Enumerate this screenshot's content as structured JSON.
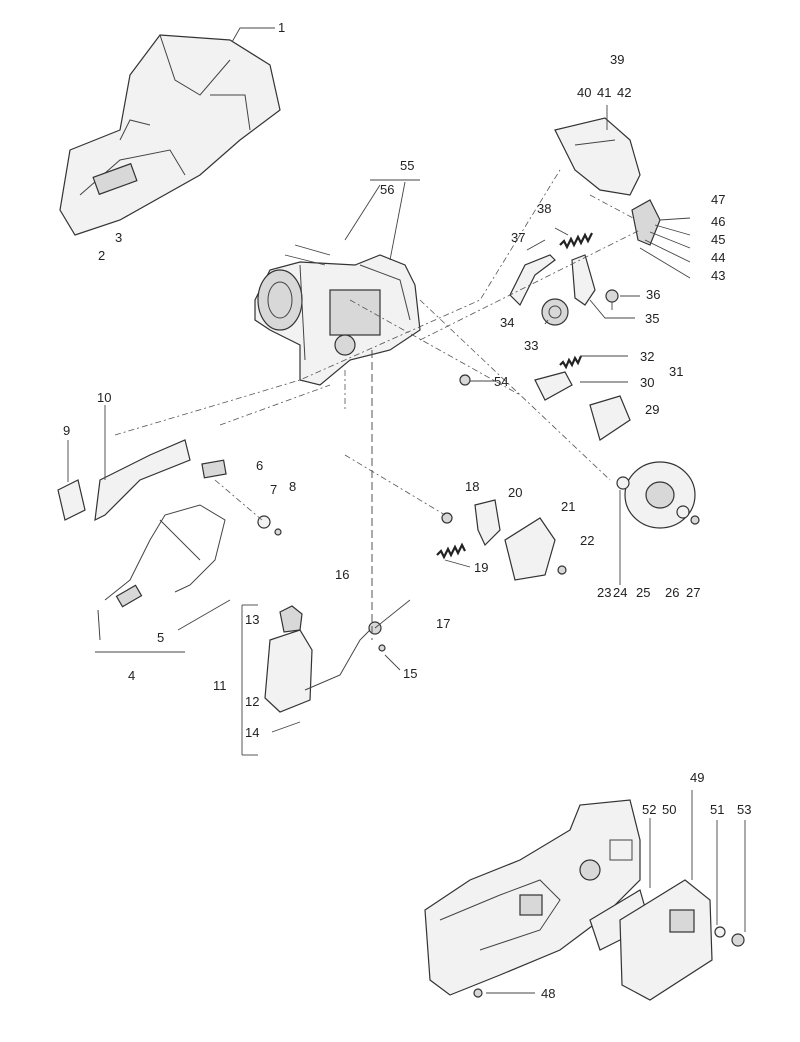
{
  "diagram": {
    "labels": [
      {
        "id": "1",
        "text": "1"
      },
      {
        "id": "2",
        "text": "2"
      },
      {
        "id": "3",
        "text": "3"
      },
      {
        "id": "4",
        "text": "4"
      },
      {
        "id": "5",
        "text": "5"
      },
      {
        "id": "6",
        "text": "6"
      },
      {
        "id": "7",
        "text": "7"
      },
      {
        "id": "8",
        "text": "8"
      },
      {
        "id": "9",
        "text": "9"
      },
      {
        "id": "10",
        "text": "10"
      },
      {
        "id": "11",
        "text": "11"
      },
      {
        "id": "12",
        "text": "12"
      },
      {
        "id": "13",
        "text": "13"
      },
      {
        "id": "14",
        "text": "14"
      },
      {
        "id": "15",
        "text": "15"
      },
      {
        "id": "16",
        "text": "16"
      },
      {
        "id": "17",
        "text": "17"
      },
      {
        "id": "18",
        "text": "18"
      },
      {
        "id": "19",
        "text": "19"
      },
      {
        "id": "20",
        "text": "20"
      },
      {
        "id": "21",
        "text": "21"
      },
      {
        "id": "22",
        "text": "22"
      },
      {
        "id": "23",
        "text": "23"
      },
      {
        "id": "24",
        "text": "24"
      },
      {
        "id": "25",
        "text": "25"
      },
      {
        "id": "26",
        "text": "26"
      },
      {
        "id": "27",
        "text": "27"
      },
      {
        "id": "29",
        "text": "29"
      },
      {
        "id": "30",
        "text": "30"
      },
      {
        "id": "31",
        "text": "31"
      },
      {
        "id": "32",
        "text": "32"
      },
      {
        "id": "33",
        "text": "33"
      },
      {
        "id": "34",
        "text": "34"
      },
      {
        "id": "35",
        "text": "35"
      },
      {
        "id": "36",
        "text": "36"
      },
      {
        "id": "37",
        "text": "37"
      },
      {
        "id": "38",
        "text": "38"
      },
      {
        "id": "39",
        "text": "39"
      },
      {
        "id": "40",
        "text": "40"
      },
      {
        "id": "41",
        "text": "41"
      },
      {
        "id": "42",
        "text": "42"
      },
      {
        "id": "43",
        "text": "43"
      },
      {
        "id": "44",
        "text": "44"
      },
      {
        "id": "45",
        "text": "45"
      },
      {
        "id": "46",
        "text": "46"
      },
      {
        "id": "47",
        "text": "47"
      },
      {
        "id": "48",
        "text": "48"
      },
      {
        "id": "49",
        "text": "49"
      },
      {
        "id": "50",
        "text": "50"
      },
      {
        "id": "51",
        "text": "51"
      },
      {
        "id": "52",
        "text": "52"
      },
      {
        "id": "53",
        "text": "53"
      },
      {
        "id": "54",
        "text": "54"
      },
      {
        "id": "55",
        "text": "55"
      },
      {
        "id": "56",
        "text": "56"
      }
    ]
  }
}
